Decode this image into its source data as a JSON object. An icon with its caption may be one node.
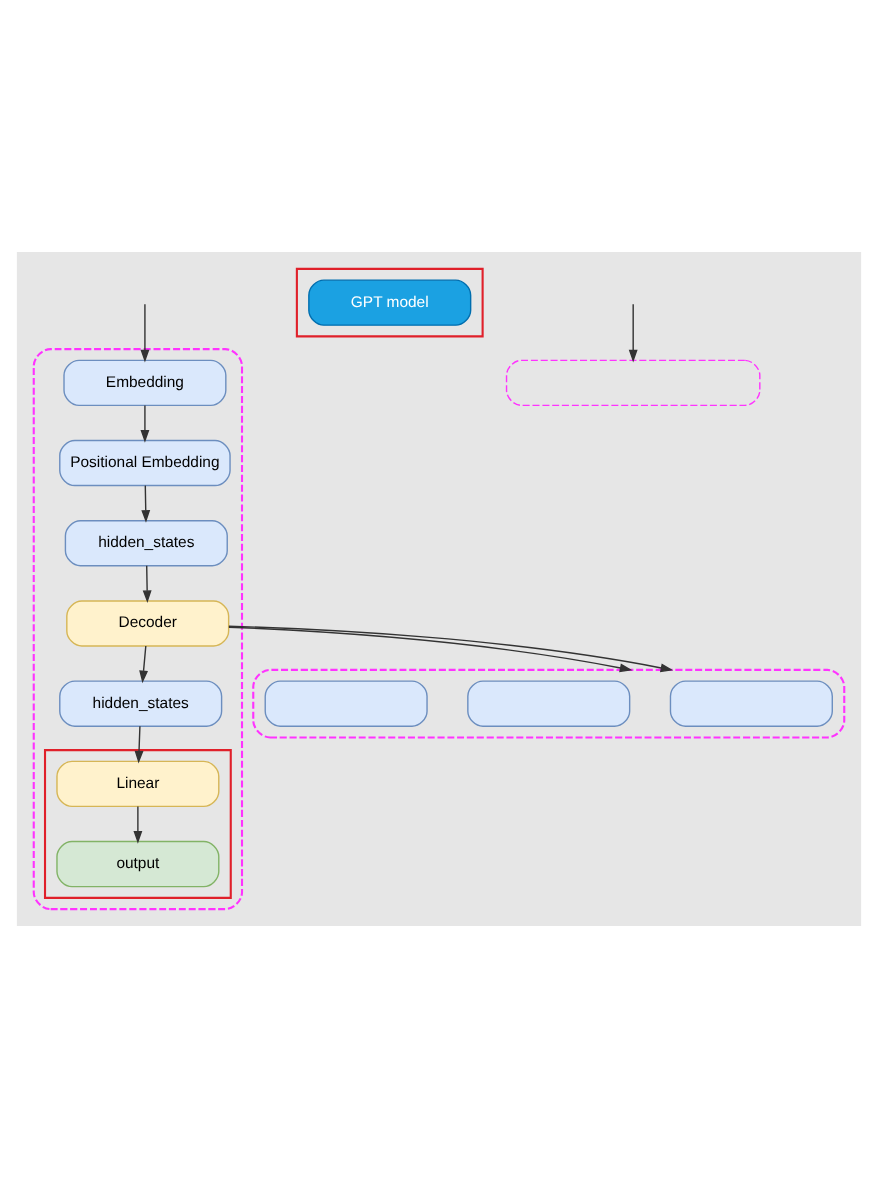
{
  "diagram": {
    "nodes": [
      {
        "text": [],
        "shape": "box"
      },
      {
        "text": [
          "Embedding"
        ],
        "in": 0
      },
      {
        "text": [
          "Positional Embedding"
        ],
        "in": 0
      },
      {
        "text": [
          "hidden_states"
        ],
        "in": 0
      },
      {
        "text": [
          "Decoder"
        ],
        "in": 0
      },
      {
        "text": [
          "hidden_states"
        ],
        "in": 0
      },
      {
        "text": [],
        "shape": "box",
        "in": 0
      },
      {
        "text": [
          "Linear"
        ],
        "in": 6
      },
      {
        "text": [
          "output"
        ],
        "in": 6
      },
      {
        "text": [],
        "shape": "box"
      },
      {
        "text": [
          "GPT model"
        ],
        "in": 9
      },
      {
        "text": [],
        "shape": "box"
      },
      {
        "text": [],
        "shape": "box",
        "in": 11
      },
      {
        "text": [],
        "shape": "box",
        "in": 11
      },
      {
        "text": [],
        "shape": "box",
        "in": 11
      },
      {
        "text": [],
        "shape": "box"
      }
    ],
    "edges": [
      {
        "from": null,
        "to": 1,
        "arrow": "to"
      },
      {
        "from": 1,
        "to": 2,
        "arrow": "to"
      },
      {
        "from": 2,
        "to": 3,
        "arrow": "to"
      },
      {
        "from": 3,
        "to": 4,
        "arrow": "to"
      },
      {
        "from": 4,
        "to": 5,
        "arrow": "to"
      },
      {
        "from": 5,
        "to": 7,
        "arrow": "to"
      },
      {
        "from": 7,
        "to": 8,
        "arrow": "to"
      },
      {
        "from": 4,
        "to": 11,
        "arrow": "to"
      },
      {
        "from": 4,
        "to": 11,
        "arrow": "to"
      },
      {
        "from": null,
        "to": 15,
        "arrow": "to"
      }
    ]
  }
}
